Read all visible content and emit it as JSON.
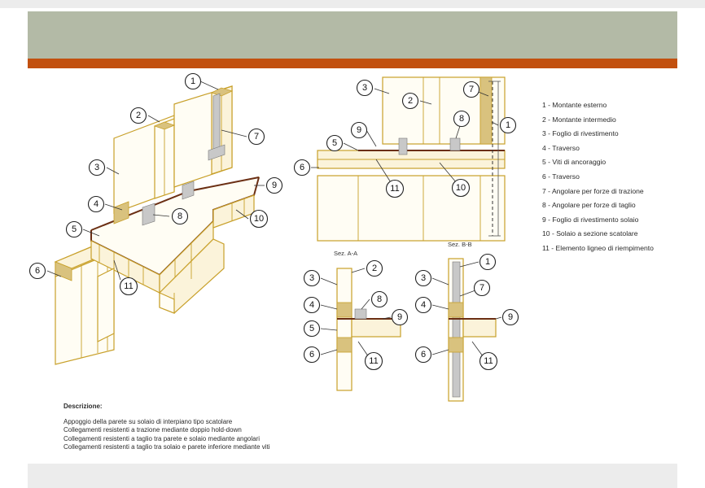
{
  "legend": [
    "1 - Montante esterno",
    "2 - Montante intermedio",
    "3 - Foglio di rivestimento",
    "4 - Traverso",
    "5 - Viti di ancoraggio",
    "6 - Traverso",
    "7 - Angolare per forze di trazione",
    "8 - Angolare per forze di taglio",
    "9 - Foglio di rivestimento solaio",
    "10 - Solaio a sezione scatolare",
    "11 - Elemento ligneo di riempimento"
  ],
  "sections": {
    "aa": "Sez. A-A",
    "bb": "Sez. B-B"
  },
  "description": {
    "title": "Descrizione:",
    "lines": [
      "Appoggio della parete su solaio di interpiano tipo scatolare",
      "Collegamenti resistenti a trazione mediante doppio hold-down",
      "Collegamenti resistenti a taglio tra parete e solaio mediante angolari",
      "Collegamenti resistenti a taglio tra solaio e parete inferiore mediante viti"
    ]
  },
  "callouts": [
    "1",
    "2",
    "3",
    "4",
    "5",
    "6",
    "7",
    "8",
    "9",
    "10",
    "11"
  ]
}
